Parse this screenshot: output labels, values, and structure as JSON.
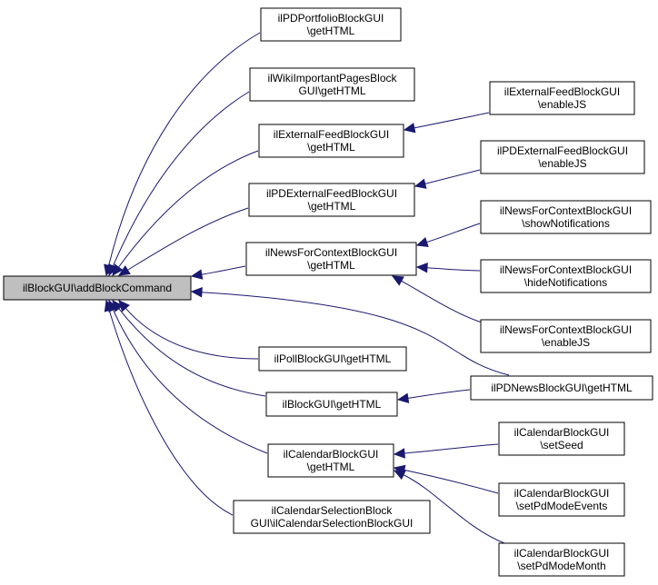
{
  "colors": {
    "edge": "#191970",
    "root_fill": "#bfbfbf",
    "node_fill": "#ffffff",
    "node_border": "#000000"
  },
  "nodes": {
    "root": {
      "lines": [
        "ilBlockGUI\\addBlockCommand"
      ]
    },
    "portfolio": {
      "lines": [
        "ilPDPortfolioBlockGUI",
        "\\getHTML"
      ]
    },
    "wiki": {
      "lines": [
        "ilWikiImportantPagesBlock",
        "GUI\\getHTML"
      ]
    },
    "extfeed": {
      "lines": [
        "ilExternalFeedBlockGUI",
        "\\getHTML"
      ]
    },
    "pdextfeed": {
      "lines": [
        "ilPDExternalFeedBlockGUI",
        "\\getHTML"
      ]
    },
    "newsctx": {
      "lines": [
        "ilNewsForContextBlockGUI",
        "\\getHTML"
      ]
    },
    "poll": {
      "lines": [
        "ilPollBlockGUI\\getHTML"
      ]
    },
    "blockgui": {
      "lines": [
        "ilBlockGUI\\getHTML"
      ]
    },
    "calendar": {
      "lines": [
        "ilCalendarBlockGUI",
        "\\getHTML"
      ]
    },
    "calsel": {
      "lines": [
        "ilCalendarSelectionBlock",
        "GUI\\ilCalendarSelectionBlockGUI"
      ]
    },
    "extfeed_js": {
      "lines": [
        "ilExternalFeedBlockGUI",
        "\\enableJS"
      ]
    },
    "pdextfeed_js": {
      "lines": [
        "ilPDExternalFeedBlockGUI",
        "\\enableJS"
      ]
    },
    "news_show": {
      "lines": [
        "ilNewsForContextBlockGUI",
        "\\showNotifications"
      ]
    },
    "news_hide": {
      "lines": [
        "ilNewsForContextBlockGUI",
        "\\hideNotifications"
      ]
    },
    "news_js": {
      "lines": [
        "ilNewsForContextBlockGUI",
        "\\enableJS"
      ]
    },
    "pdnews": {
      "lines": [
        "ilPDNewsBlockGUI\\getHTML"
      ]
    },
    "cal_seed": {
      "lines": [
        "ilCalendarBlockGUI",
        "\\setSeed"
      ]
    },
    "cal_events": {
      "lines": [
        "ilCalendarBlockGUI",
        "\\setPdModeEvents"
      ]
    },
    "cal_month": {
      "lines": [
        "ilCalendarBlockGUI",
        "\\setPdModeMonth"
      ]
    }
  },
  "edges": [
    [
      "portfolio",
      "root"
    ],
    [
      "wiki",
      "root"
    ],
    [
      "extfeed",
      "root"
    ],
    [
      "pdextfeed",
      "root"
    ],
    [
      "newsctx",
      "root"
    ],
    [
      "poll",
      "root"
    ],
    [
      "blockgui",
      "root"
    ],
    [
      "calendar",
      "root"
    ],
    [
      "calsel",
      "root"
    ],
    [
      "pdnews",
      "root"
    ],
    [
      "extfeed_js",
      "extfeed"
    ],
    [
      "pdextfeed_js",
      "pdextfeed"
    ],
    [
      "news_show",
      "newsctx"
    ],
    [
      "news_hide",
      "newsctx"
    ],
    [
      "news_js",
      "newsctx"
    ],
    [
      "pdnews",
      "blockgui"
    ],
    [
      "cal_seed",
      "calendar"
    ],
    [
      "cal_events",
      "calendar"
    ],
    [
      "cal_month",
      "calendar"
    ]
  ]
}
